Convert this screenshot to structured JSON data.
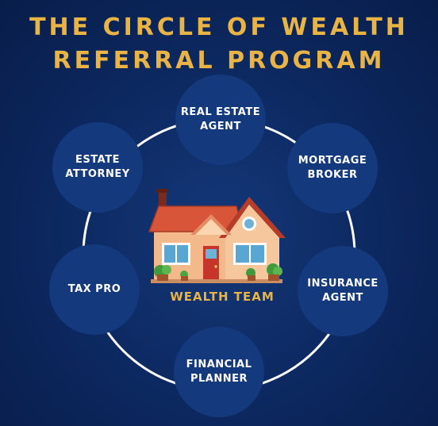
{
  "title": {
    "line1": "THE CIRCLE OF WEALTH",
    "line2": "REFERRAL PROGRAM"
  },
  "center": {
    "label": "WEALTH TEAM",
    "icon": "house-icon"
  },
  "nodes": [
    {
      "line1": "REAL ESTATE",
      "line2": "AGENT"
    },
    {
      "line1": "MORTGAGE",
      "line2": "BROKER"
    },
    {
      "line1": "INSURANCE",
      "line2": "AGENT"
    },
    {
      "line1": "FINANCIAL",
      "line2": "PLANNER"
    },
    {
      "line1": "TAX PRO",
      "line2": ""
    },
    {
      "line1": "ESTATE",
      "line2": "ATTORNEY"
    }
  ],
  "colors": {
    "background": "#0d2a63",
    "node": "#14397d",
    "accent": "#e9b444",
    "ring": "#ffffff"
  }
}
